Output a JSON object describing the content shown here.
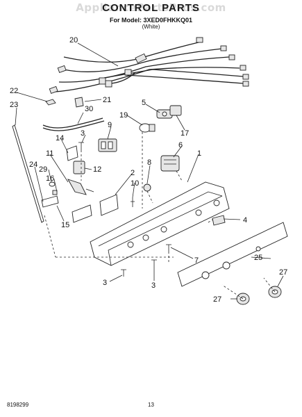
{
  "watermark": "AppliancePartsPros.com",
  "header": {
    "title": "CONTROL PARTS",
    "model_line": "For Model: 3XED0FHKKQ01",
    "variant": "(White)"
  },
  "callouts": {
    "c20": "20",
    "c22": "22",
    "c21": "21",
    "c23": "23",
    "c30": "30",
    "c5": "5",
    "c19": "19",
    "c17": "17",
    "c3a": "3",
    "c9": "9",
    "c14": "14",
    "c6": "6",
    "c1": "1",
    "c11": "11",
    "c12": "12",
    "c8": "8",
    "c2": "2",
    "c16": "16",
    "c29": "29",
    "c24": "24",
    "c10": "10",
    "c15": "15",
    "c4": "4",
    "c7": "7",
    "c25": "25",
    "c3b": "3",
    "c3c": "3",
    "c27a": "27",
    "c27b": "27"
  },
  "footer": {
    "doc_number": "8198299",
    "page": "13"
  }
}
